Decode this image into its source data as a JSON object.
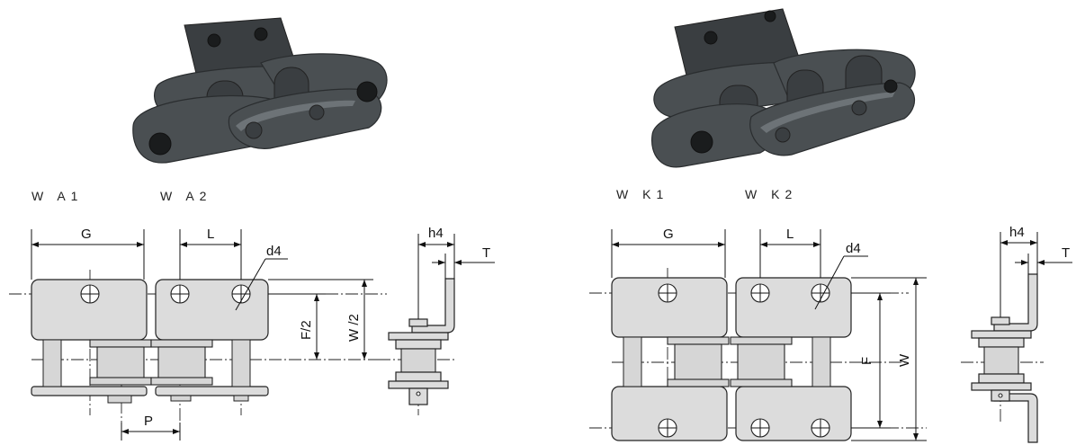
{
  "captions": {
    "left_a": "W A1",
    "left_b": "W A2",
    "right_a": "W K1",
    "right_b": "W K2"
  },
  "left_diagram": {
    "g": "G",
    "l": "L",
    "d4": "d4",
    "f_half": "F/2",
    "w_half": "W /2",
    "p": "P",
    "h4": "h4",
    "t": "T"
  },
  "right_diagram": {
    "g": "G",
    "l": "L",
    "d4": "d4",
    "f": "F",
    "w": "W",
    "h4": "h4",
    "t": "T"
  }
}
